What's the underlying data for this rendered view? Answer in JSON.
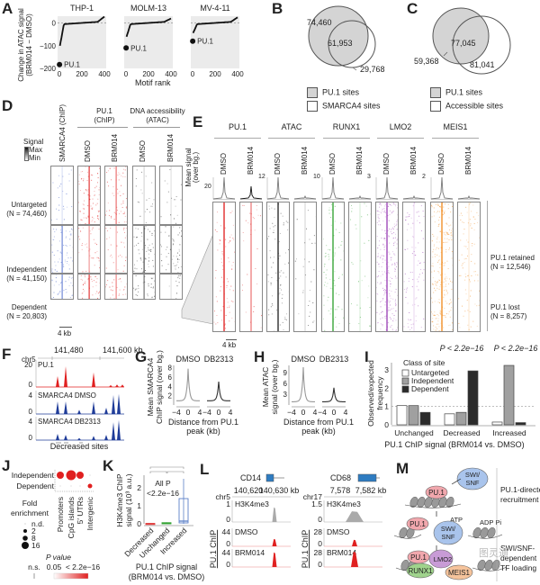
{
  "panels": {
    "A": {
      "label": "A",
      "ylabel": "Change in ATAC signal\n(BRM014 − DMSO)",
      "ylabel_line1": "Change in ATAC signal",
      "ylabel_line2": "(BRM014 − DMSO)",
      "xlabel": "Motif rank",
      "highlight": "PU.1",
      "subplots": [
        {
          "title": "THP-1",
          "pu1_value": -183
        },
        {
          "title": "MOLM-13",
          "pu1_value": -110
        },
        {
          "title": "MV-4-11",
          "pu1_value": -80
        }
      ]
    },
    "B": {
      "label": "B",
      "left_only": "74,460",
      "overlap": "61,953",
      "right_only": "29,768",
      "legend": [
        "PU.1 sites",
        "SMARCA4 sites"
      ]
    },
    "C": {
      "label": "C",
      "left_only": "59,368",
      "overlap": "77,045",
      "right_only": "81,041",
      "legend": [
        "PU.1 sites",
        "Accessible sites"
      ]
    },
    "D": {
      "label": "D",
      "signal_legend": {
        "title": "Signal",
        "max": "Max",
        "min": "Min"
      },
      "col_groups": [
        {
          "label": "SMARCA4 (ChIP)"
        },
        {
          "label_line1": "PU.1",
          "label_line2": "(ChIP)"
        },
        {
          "label_line1": "DNA accessibility",
          "label_line2": "(ATAC)"
        }
      ],
      "columns": [
        "SMARCA4 (ChIP)",
        "DMSO",
        "BRM014",
        "DMSO",
        "BRM014"
      ],
      "rows": [
        {
          "name": "Untargeted",
          "n": "(N = 74,460)"
        },
        {
          "name": "Independent",
          "n": "(N = 41,150)"
        },
        {
          "name": "Dependent",
          "n": "(N = 20,803)"
        }
      ],
      "scale": "4 kb"
    },
    "E": {
      "label": "E",
      "groups": [
        "PU.1",
        "ATAC",
        "RUNX1",
        "LMO2",
        "MEIS1"
      ],
      "conditions": [
        "DMSO",
        "BRM014"
      ],
      "ymax": [
        "20",
        "12",
        "10",
        "3",
        "2"
      ],
      "ylabel_line1": "Mean signal",
      "ylabel_line2": "(over bg.)",
      "colors": [
        "#e02020",
        "#222222",
        "#2ea02e",
        "#9b3fb5",
        "#f08a1e"
      ],
      "rows": [
        {
          "name": "PU.1 retained",
          "n": "(N = 12,546)"
        },
        {
          "name": "PU.1 lost",
          "n": "(N = 8,257)"
        }
      ],
      "scale": "4 kb"
    },
    "F": {
      "label": "F",
      "chrom": "chr5",
      "ticks": [
        "141,480",
        "141,600 kb"
      ],
      "tracks": [
        {
          "name": "PU.1",
          "ymax": "20",
          "ymin": "0",
          "color": "#e02020"
        },
        {
          "name": "SMARCA4 DMSO",
          "ymax": "4",
          "ymin": "0",
          "color": "#1f3c99"
        },
        {
          "name": "SMARCA4 DB2313",
          "ymax": "4",
          "ymin": "0",
          "color": "#1f3c99"
        }
      ],
      "footer": "Decreased sites"
    },
    "G": {
      "label": "G",
      "ylabel_line1": "Mean SMARCA4",
      "ylabel_line2": "ChIP signal (over bg.)",
      "conditions": [
        "DMSO",
        "DB2313"
      ],
      "yticks": [
        "2",
        "4",
        "6",
        "8"
      ],
      "xticks": [
        "−4",
        "0",
        "4"
      ],
      "xlabel_line1": "Distance from PU.1",
      "xlabel_line2": "peak (kb)",
      "peaks": [
        7.8,
        5.0
      ]
    },
    "H": {
      "label": "H",
      "ylabel_line1": "Mean ATAC",
      "ylabel_line2": "signal (over bg.)",
      "conditions": [
        "DMSO",
        "DB2313"
      ],
      "yticks": [
        "3",
        "6",
        "9"
      ],
      "xticks": [
        "−4",
        "0",
        "4"
      ],
      "xlabel_line1": "Distance from PU.1",
      "xlabel_line2": "peak (kb)",
      "peaks": [
        10.5,
        4.8
      ]
    },
    "I": {
      "label": "I",
      "pvals": [
        "P < 2.2e−16",
        "P < 2.2e−16"
      ],
      "ylabel_line1": "Observed/expected",
      "ylabel_line2": "frequency",
      "yticks": [
        "0",
        "1",
        "2",
        "3"
      ],
      "legend_title": "Class of site",
      "xlabel": "PU.1 ChIP signal (BRM014 vs. DMSO)"
    },
    "J": {
      "label": "J",
      "rows": [
        "Independent",
        "Dependent"
      ],
      "cols": [
        "Promoters",
        "CpG islands",
        "5′ UTRs",
        "Intergenic"
      ],
      "size_legend_title_1": "Fold",
      "size_legend_title_2": "enrichment",
      "size_legend": [
        "n.d.",
        "2",
        "8",
        "16"
      ],
      "pval_title": "P value",
      "pval_ns": "n.s.",
      "pval_low": "0.05",
      "pval_high": "< 2.2e−16"
    },
    "K": {
      "label": "K",
      "ylabel_line1": "H3K4me3 ChIP",
      "ylabel_line2": "signal (10³ a.u.)",
      "yticks": [
        "0",
        "1",
        "2"
      ],
      "annot_1": "All P",
      "annot_2": "<2.2e−16",
      "categories": [
        "Decreased",
        "Unchanged",
        "Increased"
      ],
      "xlabel_line1": "PU.1 ChIP signal",
      "xlabel_line2": "(BRM014 vs. DMSO)"
    },
    "L": {
      "label": "L",
      "side_label": "PU.1 ChIP",
      "loci": [
        {
          "gene": "CD14",
          "chrom": "chr5",
          "ticks": [
            "140,620",
            "140,630 kb"
          ],
          "tracks": [
            {
              "name": "H3K4me3",
              "ymax": "1",
              "ymin": "0"
            },
            {
              "name": "DMSO",
              "ymax": "44",
              "ymin": "0"
            },
            {
              "name": "BRM014",
              "ymax": "44",
              "ymin": "0"
            }
          ]
        },
        {
          "gene": "CD68",
          "chrom": "chr17",
          "ticks": [
            "7,578",
            "7,582 kb"
          ],
          "tracks": [
            {
              "name": "H3K4me3",
              "ymax": "1.5",
              "ymin": "0"
            },
            {
              "name": "DMSO",
              "ymax": "28",
              "ymin": "0"
            },
            {
              "name": "BRM014",
              "ymax": "28",
              "ymin": "0"
            }
          ]
        }
      ]
    },
    "M": {
      "label": "M",
      "swisnf": "SWI/\nSNF",
      "swi": "SWI/",
      "snf": "SNF",
      "pu1": "PU.1",
      "atp": "ATP",
      "adp": "ADP Pi",
      "lmo2": "LMO2",
      "runx1": "RUNX1",
      "meis1": "MEIS1",
      "step1_line1": "PU.1-directed",
      "step1_line2": "recruitment",
      "step2_line1": "SWI/SNF-",
      "step2_line2": "dependent",
      "step2_line3": "TF loading",
      "watermark": "图灵通"
    }
  },
  "chart_data": [
    {
      "panel": "A",
      "type": "scatter",
      "title": "Motif rank vs change in ATAC signal",
      "xlabel": "Motif rank",
      "ylabel": "Change in ATAC signal (BRM014 − DMSO)",
      "xlim": [
        0,
        400
      ],
      "ylim": [
        -200,
        30
      ],
      "series": [
        {
          "name": "THP-1",
          "highlight": {
            "label": "PU.1",
            "x": 1,
            "y": -183
          },
          "y_last": 28
        },
        {
          "name": "MOLM-13",
          "highlight": {
            "label": "PU.1",
            "x": 1,
            "y": -110
          },
          "y_last": 20
        },
        {
          "name": "MV-4-11",
          "highlight": {
            "label": "PU.1",
            "x": 1,
            "y": -80
          },
          "y_last": 25
        }
      ]
    },
    {
      "panel": "I",
      "type": "bar",
      "categories": [
        "Unchanged",
        "Decreased",
        "Increased"
      ],
      "series": [
        {
          "name": "Untargeted",
          "values": [
            1.05,
            0.6,
            0.15
          ],
          "color": "#ffffff"
        },
        {
          "name": "Independent",
          "values": [
            1.05,
            0.68,
            3.25
          ],
          "color": "#a0a0a0"
        },
        {
          "name": "Dependent",
          "values": [
            0.68,
            2.95,
            0.12
          ],
          "color": "#2b2b2b"
        }
      ],
      "ylim": [
        0,
        3.3
      ],
      "ylabel": "Observed/expected frequency",
      "xlabel": "PU.1 ChIP signal (BRM014 vs. DMSO)",
      "reference_line": 1
    },
    {
      "panel": "K",
      "type": "box",
      "categories": [
        "Decreased",
        "Unchanged",
        "Increased"
      ],
      "colors": [
        "#e04040",
        "#2ea02e",
        "#5b7fc7"
      ],
      "boxes": [
        {
          "min": 0,
          "q1": 0,
          "median": 0.01,
          "q3": 0.02,
          "max": 0.03
        },
        {
          "min": 0,
          "q1": 0.02,
          "median": 0.04,
          "q3": 0.06,
          "max": 0.08
        },
        {
          "min": 0,
          "q1": 0.05,
          "median": 0.15,
          "q3": 1.4,
          "max": 2.5
        }
      ],
      "ylim": [
        0,
        2.6
      ]
    }
  ]
}
